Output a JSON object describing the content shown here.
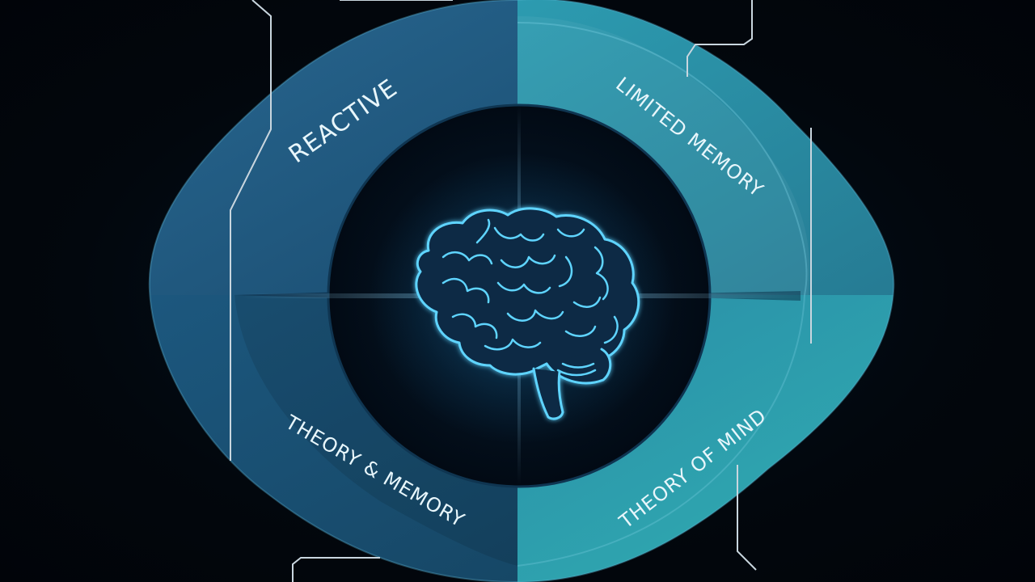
{
  "diagram": {
    "quadrants": [
      {
        "id": "top-left",
        "label": "REACTIVE",
        "color": "#1e5a82"
      },
      {
        "id": "top-right",
        "label": "LIMITED MEMORY",
        "color": "#2b8ea3"
      },
      {
        "id": "bottom-left",
        "label": "THEORY & MEMORY",
        "color": "#1d5b80"
      },
      {
        "id": "bottom-right",
        "label": "THEORY OF MIND",
        "color": "#2aa3ad"
      }
    ],
    "center_icon": "brain-icon",
    "colors": {
      "background": "#02070d",
      "core": "#030a14",
      "glow": "#38c6ff",
      "lines": "#c9d6df"
    }
  }
}
